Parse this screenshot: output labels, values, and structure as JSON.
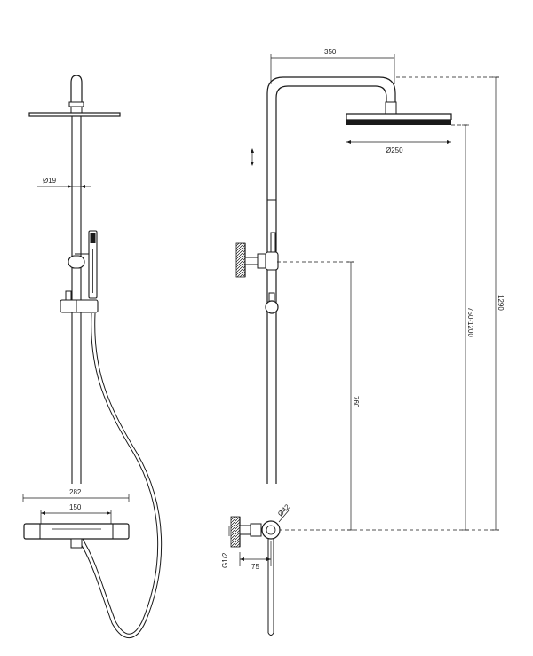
{
  "front_view": {
    "labels": {
      "rail_diameter": "Ø19",
      "mixer_width": "282",
      "mixer_spacing": "150"
    }
  },
  "side_view": {
    "labels": {
      "arm_length": "350",
      "head_diameter": "Ø250",
      "total_height": "1290",
      "adjust_range": "750-1200",
      "bracket_height": "760",
      "connector_diameter": "Ø42",
      "thread": "G1/2",
      "wall_offset": "75"
    }
  }
}
